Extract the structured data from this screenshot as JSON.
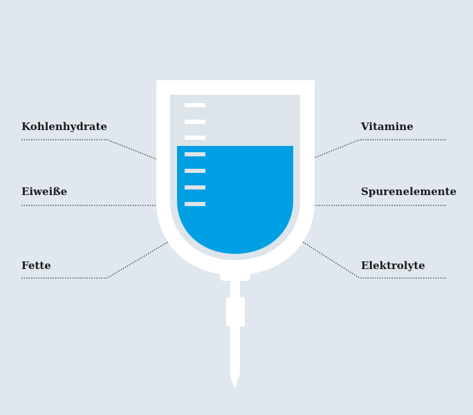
{
  "colors": {
    "background": "#e1e7ee",
    "fluid": "#009fe3",
    "bag": "#ffffff",
    "inner": "#dde4ea",
    "line": "#333333"
  },
  "labels_left": [
    "Kohlenhydrate",
    "Eiweiße",
    "Fette"
  ],
  "labels_right": [
    "Vitamine",
    "Spurenelemente",
    "Elektrolyte"
  ]
}
